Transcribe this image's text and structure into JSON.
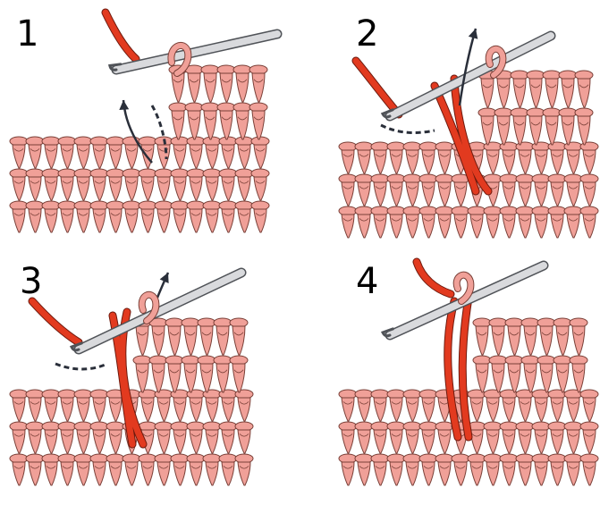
{
  "colors": {
    "fabric": "#f0a098",
    "fabric_outline": "#7a4038",
    "yarn": "#e23a1f",
    "yarn_outline": "#6e1a0e",
    "hook": "#d9dadd",
    "hook_outline": "#505358",
    "arrow": "#2a2f3a",
    "background": "#ffffff"
  },
  "panels": [
    {
      "label": "1",
      "icon": "crochet-hook-icon"
    },
    {
      "label": "2",
      "icon": "crochet-hook-icon"
    },
    {
      "label": "3",
      "icon": "crochet-hook-icon"
    },
    {
      "label": "4",
      "icon": "crochet-hook-icon"
    }
  ]
}
